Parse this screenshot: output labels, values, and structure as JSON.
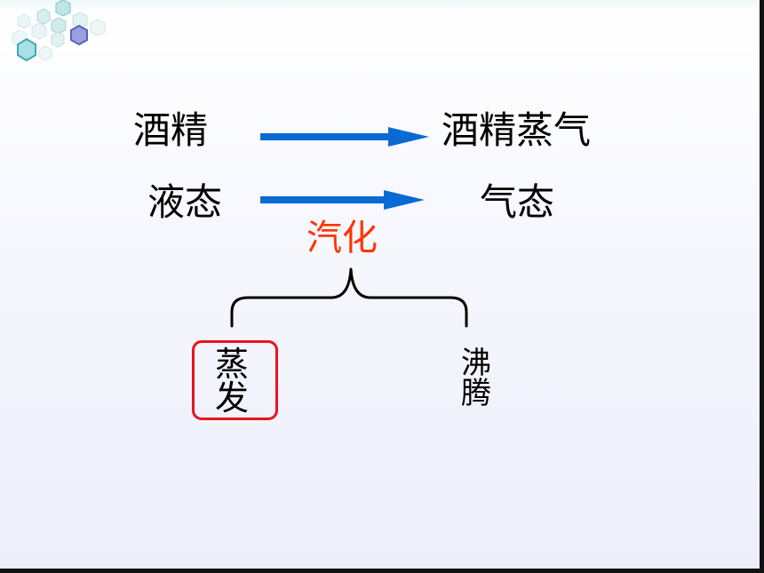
{
  "diagram": {
    "row1": {
      "source": "酒精",
      "target": "酒精蒸气"
    },
    "row2": {
      "source": "液态",
      "target": "气态"
    },
    "process_label": "汽化",
    "branches": [
      {
        "chars": [
          "蒸",
          "发"
        ],
        "highlighted": true
      },
      {
        "chars": [
          "沸",
          "腾"
        ],
        "highlighted": false
      }
    ]
  },
  "colors": {
    "arrow": "#0a6ad4",
    "process_label": "#ff3300",
    "highlight_box": "#e8141e",
    "text": "#000000"
  },
  "icons": [
    "hexagon-decoration"
  ]
}
